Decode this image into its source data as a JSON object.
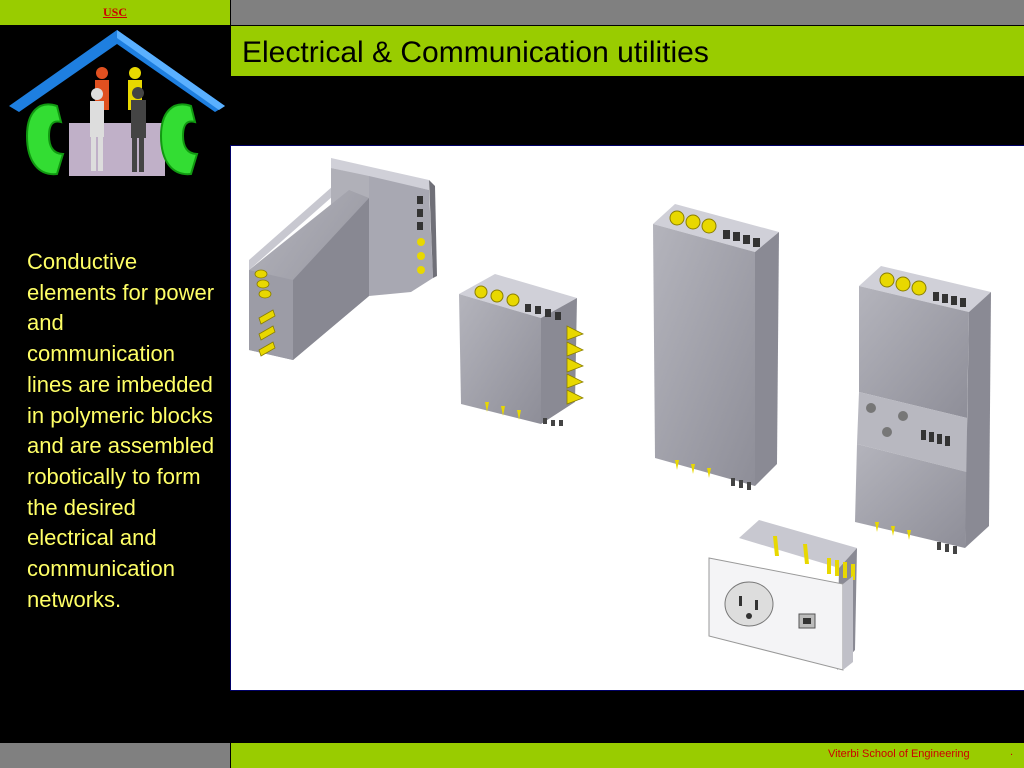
{
  "header": {
    "brand": "USC",
    "title": "Electrical & Communication utilities"
  },
  "logo": {
    "name": "CC house logo"
  },
  "body": {
    "text": "Conductive elements for power and communication lines are imbedded in polymeric blocks and are assembled robotically to form the desired electrical and communication networks."
  },
  "footer": {
    "text": "Viterbi School of Engineering",
    "dot": "."
  },
  "colors": {
    "accent_green": "#99cc00",
    "bar_gray": "#808080",
    "body_text": "#ffff66",
    "footer_text": "#cc0000",
    "block_gray": "#a0a0a8",
    "connector_yellow": "#e8d800"
  }
}
